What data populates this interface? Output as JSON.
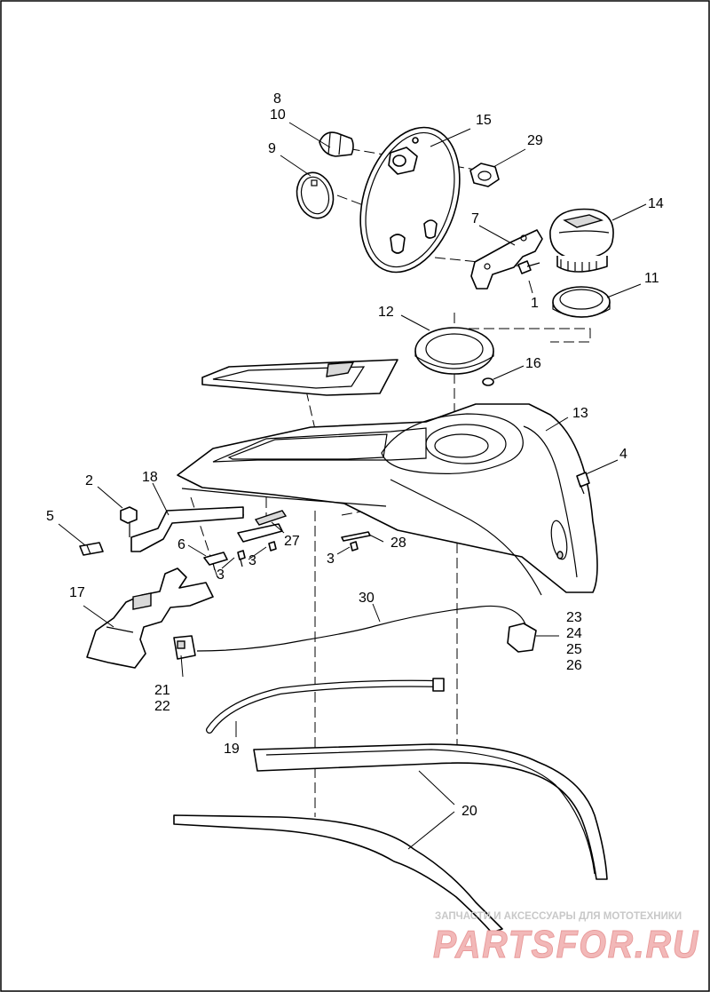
{
  "labels": {
    "l1": "1",
    "l2": "2",
    "l3a": "3",
    "l3b": "3",
    "l3c": "3",
    "l4": "4",
    "l5": "5",
    "l6": "6",
    "l7": "7",
    "l8": "8",
    "l9": "9",
    "l10": "10",
    "l11": "11",
    "l12": "12",
    "l13": "13",
    "l14": "14",
    "l15": "15",
    "l16": "16",
    "l17": "17",
    "l18": "18",
    "l19": "19",
    "l20": "20",
    "l21": "21",
    "l22": "22",
    "l23": "23",
    "l24": "24",
    "l25": "25",
    "l26": "26",
    "l27": "27",
    "l28": "28",
    "l29": "29",
    "l30": "30"
  },
  "watermark": {
    "tagline": "ЗАПЧАСТИ И АКСЕССУАРЫ ДЛЯ МОТОТЕХНИКИ",
    "logo": "PARTSFOR.RU"
  }
}
